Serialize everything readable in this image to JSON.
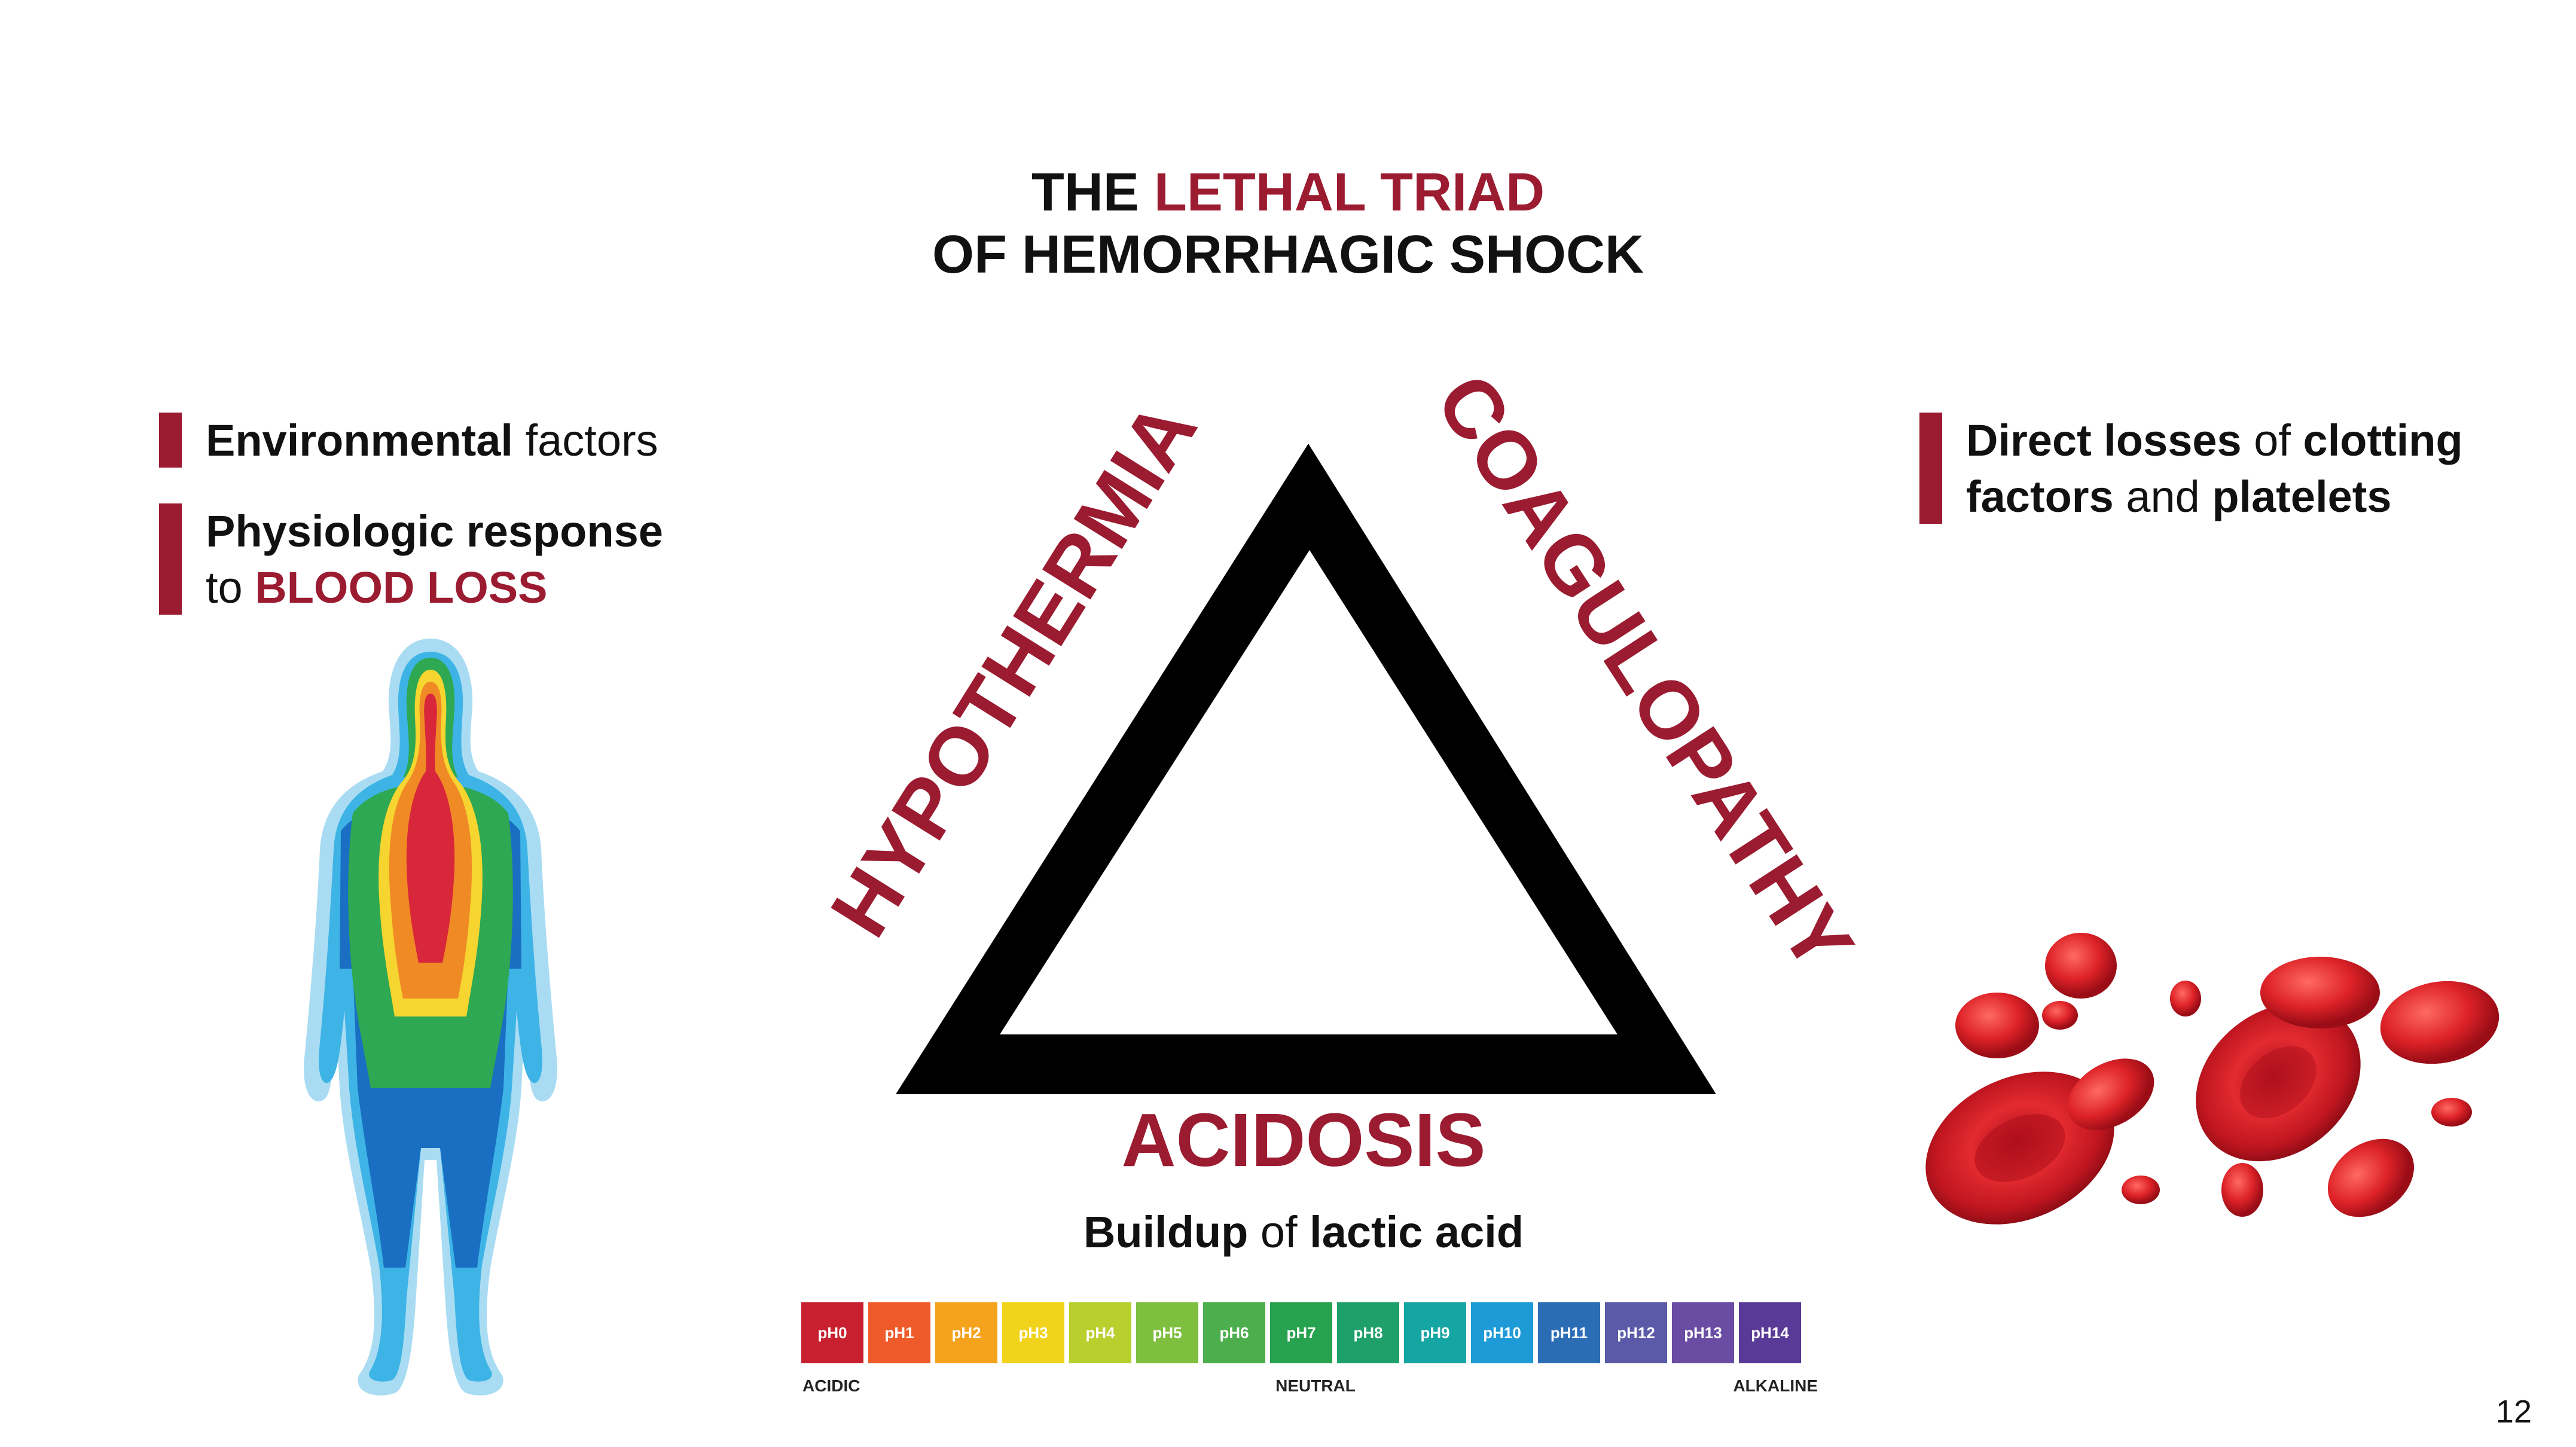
{
  "title": {
    "line1_plain": "THE",
    "line1_accent": "LETHAL TRIAD",
    "line2": "OF HEMORRHAGIC SHOCK"
  },
  "left_bullets": {
    "b1_bold": "Environmental",
    "b1_rest": "factors",
    "b2_bold": "Physiologic response",
    "b2_to": "to",
    "b2_accent": "BLOOD LOSS"
  },
  "right_bullet": {
    "p1": "Direct losses",
    "p2": "of",
    "p3": "clotting",
    "p4": "factors",
    "p5": "and",
    "p6": "platelets"
  },
  "triangle": {
    "left_label": "HYPOTHERMIA",
    "right_label": "COAGULOPATHY",
    "bottom_label": "ACIDOSIS"
  },
  "acid_caption": {
    "bold1": "Buildup",
    "mid": "of",
    "bold2": "lactic acid"
  },
  "ph_scale": {
    "cells": [
      "pH0",
      "pH1",
      "pH2",
      "pH3",
      "pH4",
      "pH5",
      "pH6",
      "pH7",
      "pH8",
      "pH9",
      "pH10",
      "pH11",
      "pH12",
      "pH13",
      "pH14"
    ],
    "colors": [
      "#c8202f",
      "#ef5a2a",
      "#f5a21d",
      "#f2d31b",
      "#b8cf2e",
      "#7fbf3f",
      "#4cae4c",
      "#27a24f",
      "#1fa06a",
      "#15a5a2",
      "#1e9ad6",
      "#2a6db5",
      "#5a5aa8",
      "#6a4ca3",
      "#5a3a97"
    ],
    "left": "ACIDIC",
    "mid": "NEUTRAL",
    "right": "ALKALINE"
  },
  "page_number": "12",
  "colors": {
    "accent": "#9b1b30",
    "text": "#111111"
  }
}
